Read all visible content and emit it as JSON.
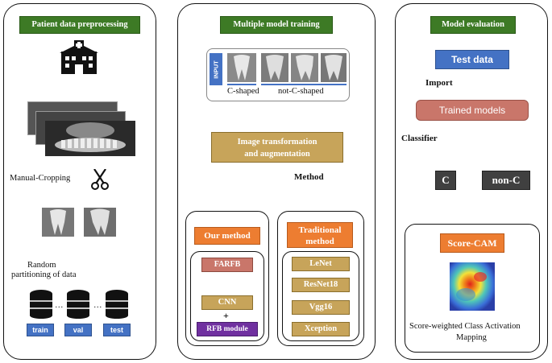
{
  "left": {
    "title": "Patient data preprocessing",
    "manual_cropping": "Manual-Cropping",
    "random_partition_line1": "Random",
    "random_partition_line2": "partitioning of data",
    "sets": [
      "train",
      "val",
      "test"
    ],
    "ellipsis": "…"
  },
  "middle": {
    "title": "Multiple model training",
    "input_label": "INPUT",
    "c_shaped": "C-shaped",
    "not_c_shaped": "not-C-shaped",
    "transform_line1": "Image transformation",
    "transform_line2": "and augmentation",
    "method": "Method",
    "our_method": "Our method",
    "farfb": "FARFB",
    "cnn": "CNN",
    "plus": "+",
    "rfb": "RFB module",
    "traditional_line1": "Traditional",
    "traditional_line2": "method",
    "models": [
      "LeNet",
      "ResNet18",
      "Vgg16",
      "Xception"
    ]
  },
  "right": {
    "title": "Model evaluation",
    "test_data": "Test data",
    "import": "Import",
    "trained_models": "Trained models",
    "classifier": "Classifier",
    "c": "C",
    "non_c": "non-C",
    "score_cam": "Score-CAM",
    "desc_line1": "Score-weighted Class Activation",
    "desc_line2": "Mapping"
  },
  "colors": {
    "header_green": "#3d7a25",
    "tan": "#c7a45a",
    "orange": "#ed7d31",
    "blue": "#4472c4",
    "purple": "#7030a0",
    "salmon": "#c9766a",
    "dark_gray": "#404040"
  }
}
